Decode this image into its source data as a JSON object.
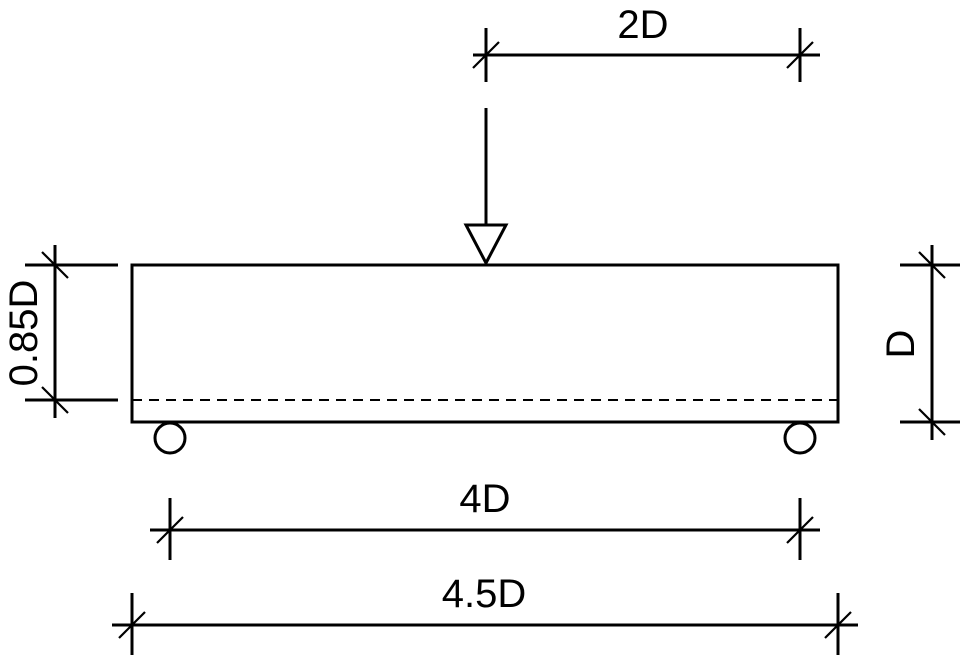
{
  "dimensions": {
    "load_offset": "2D",
    "span": "4D",
    "length": "4.5D",
    "depth": "D",
    "effective_depth": "0.85D"
  },
  "color": "#000000"
}
